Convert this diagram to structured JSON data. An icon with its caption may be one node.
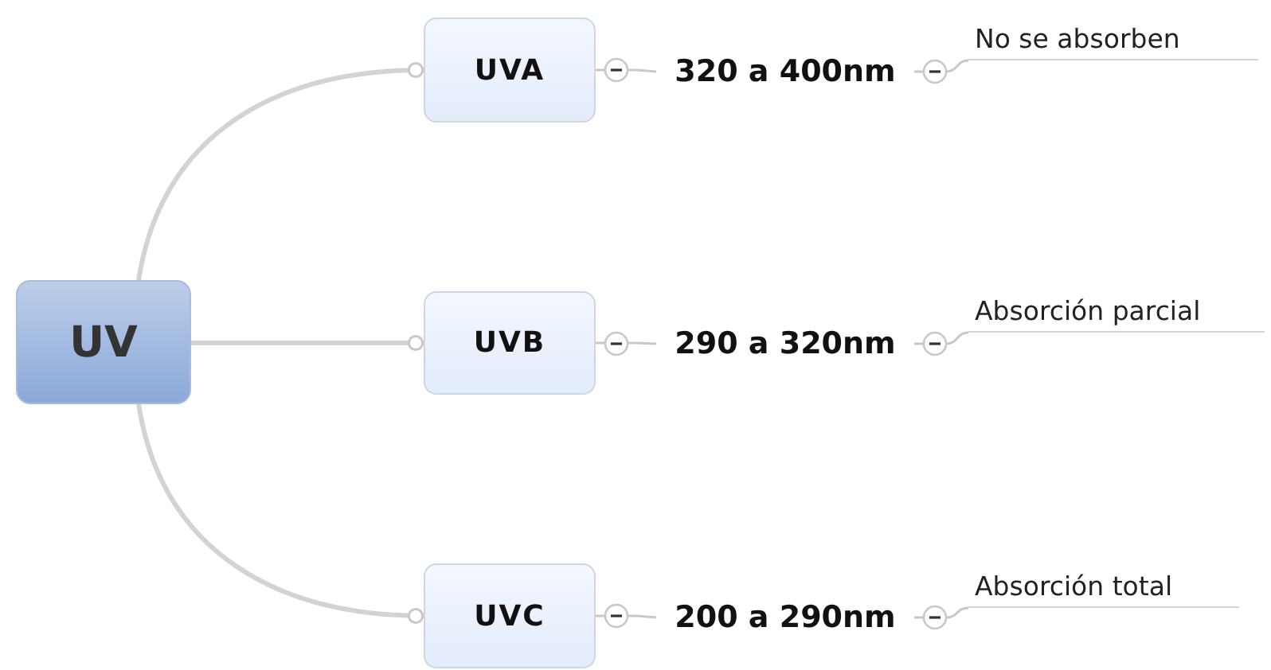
{
  "diagram": {
    "nodes": [
      {
        "text": [
          "UV"
        ]
      },
      {
        "text": [
          "UVA"
        ]
      },
      {
        "text": [
          "320 a 400nm"
        ]
      },
      {
        "text": [
          "No se absorben"
        ]
      },
      {
        "text": [
          "UVB"
        ]
      },
      {
        "text": [
          "290 a 320nm"
        ]
      },
      {
        "text": [
          "Absorción parcial"
        ]
      },
      {
        "text": [
          "UVC"
        ]
      },
      {
        "text": [
          "200 a 290nm"
        ]
      },
      {
        "text": [
          "Absorción total"
        ]
      }
    ],
    "edges": [
      {
        "from": 0,
        "to": 1,
        "arrow": "other",
        "style": "thick"
      },
      {
        "from": 0,
        "to": 4,
        "arrow": "other",
        "style": "thick"
      },
      {
        "from": 0,
        "to": 7,
        "arrow": "other",
        "style": "thick"
      },
      {
        "from": 1,
        "to": 2,
        "arrow": "none"
      },
      {
        "from": 2,
        "to": 3,
        "arrow": "none"
      },
      {
        "from": 4,
        "to": 5,
        "arrow": "none"
      },
      {
        "from": 5,
        "to": 6,
        "arrow": "none"
      },
      {
        "from": 7,
        "to": 8,
        "arrow": "none"
      },
      {
        "from": 8,
        "to": 9,
        "arrow": "none"
      }
    ]
  }
}
